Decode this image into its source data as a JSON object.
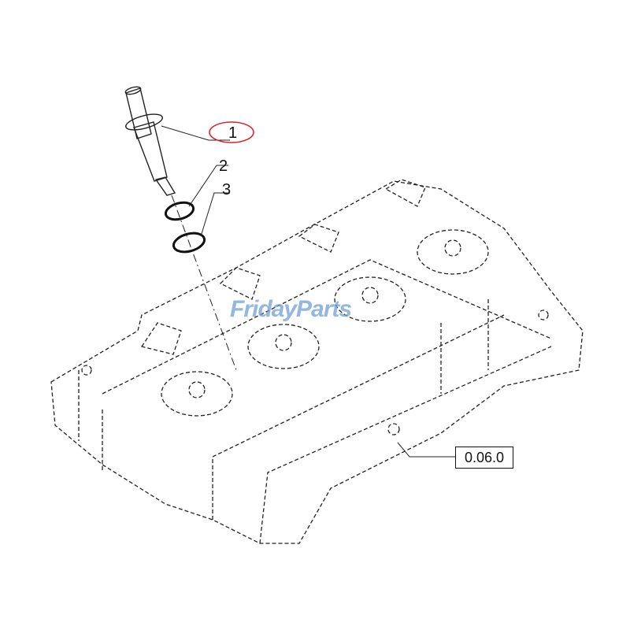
{
  "diagram": {
    "callouts": [
      "1",
      "2",
      "3"
    ],
    "reference": "0.06.0",
    "watermark": "FridayParts",
    "highlighted_callout": "1",
    "highlight_color": "#d9262b",
    "watermark_color": "#6f9fd6"
  }
}
